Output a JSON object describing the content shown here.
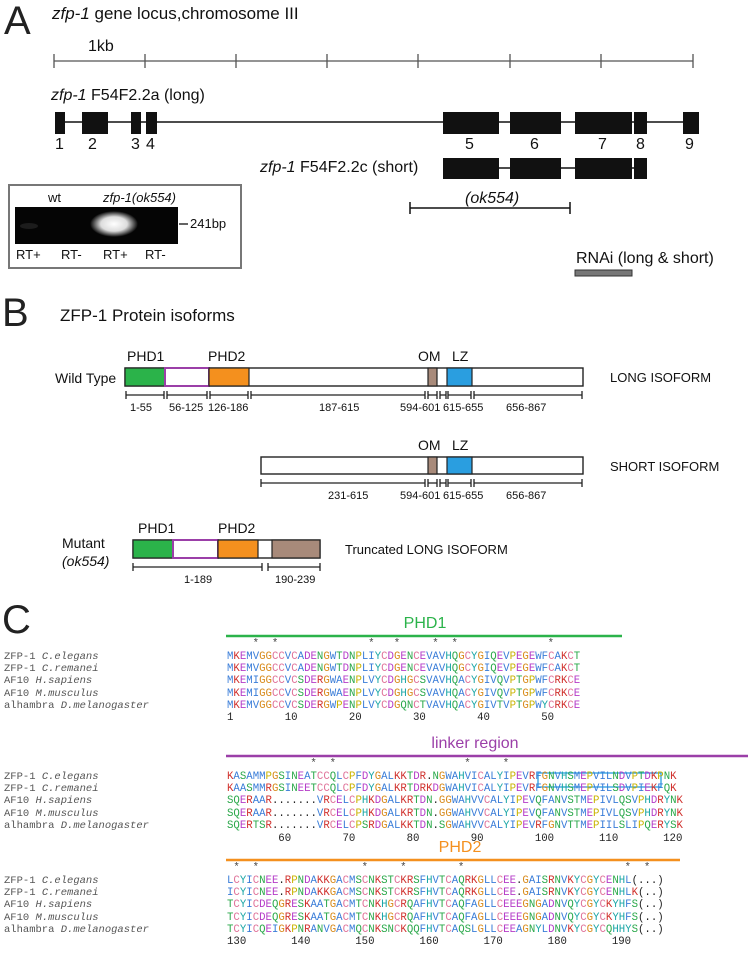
{
  "panelA": {
    "letter": "A",
    "title_gene": "zfp-1",
    "title_rest": " gene locus,chromosome III",
    "scale_label": "1kb",
    "long_label_gene": "zfp-1",
    "long_label_rest": " F54F2.2a (long)",
    "short_label_gene": "zfp-1",
    "short_label_rest": " F54F2.2c (short)",
    "exon_numbers": [
      "1",
      "2",
      "3",
      "4",
      "5",
      "6",
      "7",
      "8",
      "9"
    ],
    "deletion_label": "(ok554)",
    "rnai_label": "RNAi (long & short)",
    "gel": {
      "wt_label": "wt",
      "mut_label": "zfp-1(ok554)",
      "size_label": "241bp",
      "lanes": [
        "RT+",
        "RT-",
        "RT+",
        "RT-"
      ]
    }
  },
  "panelB": {
    "letter": "B",
    "title": "ZFP-1 Protein isoforms",
    "wildtype": {
      "row_label": "Wild Type",
      "isoform": "LONG ISOFORM",
      "domains": [
        "PHD1",
        "PHD2",
        "OM",
        "LZ"
      ],
      "ranges": [
        "1-55",
        "56-125",
        "126-186",
        "187-615",
        "594-601",
        "615-655",
        "656-867"
      ]
    },
    "short": {
      "isoform": "SHORT ISOFORM",
      "domains": [
        "OM",
        "LZ"
      ],
      "ranges": [
        "231-615",
        "594-601",
        "615-655",
        "656-867"
      ]
    },
    "mutant": {
      "row_label": "Mutant",
      "row_sub": "(ok554)",
      "isoform": "Truncated LONG ISOFORM",
      "domains": [
        "PHD1",
        "PHD2"
      ],
      "ranges": [
        "1-189",
        "190-239"
      ]
    },
    "colors": {
      "phd1": "#2bb34a",
      "linker": "#9b3fa8",
      "phd2": "#f4901e",
      "om": "#a88a7a",
      "lz": "#2a9ee0",
      "trunc": "#a88a7a"
    }
  },
  "panelC": {
    "letter": "C",
    "species": [
      {
        "name": "ZFP-1",
        "sp": "C.elegans"
      },
      {
        "name": "ZFP-1",
        "sp": "C.remanei"
      },
      {
        "name": "AF10",
        "sp": "H.sapiens"
      },
      {
        "name": "AF10",
        "sp": "M.musculus"
      },
      {
        "name": "alhambra",
        "sp": "D.melanogaster"
      }
    ],
    "blocks": [
      {
        "title": "PHD1",
        "color": "#2bb34a",
        "stars": "    *  *              *   *     *  *              *   ",
        "rows": [
          "MKEMVGGCCVCADENGWTDNPLIYCDGENCEVAVHQGCYGIQEVPEGEWFCAKCT",
          "MKEMVGGCCVCADENGWTDNPLIYCDGENCEVAVHQGCYGIQEVPEGEWFCAKCT",
          "MKEMIGGCCVCSDERGWAENPLVYCDGHGCSVAVHQACYGIVQVPTGPWFCRKCE",
          "MKEMIGGCCVCSDERGWAENPLVYCDGHGCSVAVHQACYGIVQVPTGPWFCRKCE",
          "MKEMVGGCCVCSDERGWPENPLVYCDGQNCTVAVHQACYGIVTVPTGPWYCRKCE"
        ],
        "numbers": "1        10        20        30        40        50"
      },
      {
        "title": "linker region",
        "color": "#9b3fa8",
        "stars": "             *  *                    *     *              ",
        "rows": [
          "KASAMMPGSINEATCCQLCPFDYGALKKTDR.NGWAHVICALYIPEVRFGNVHSMEPVILNDVPTDKPNK",
          "KAASMMRGSINEETCCQLCPFDYGALKRTDRKDGWAHVICALYIPEVRFGNVHSMEPVILSDVPIEKFQK",
          "SQERAAR.......VRCELCPHKDGALKRTDN.GGWAHVVCALYIPEVQFANVSTMEPIVLQSVPHDRYNK",
          "SQERAAR.......VRCELCPHKDGALKRTDN.GGWAHVVCALYIPEVQFANVSTMEPIVLQSVPHDRYNK",
          "SQERTSR.......VRCELCPSRDGALKKTDN.SGWAHVVCALYIPEVRFGNVTTMEPIILSLIPQERYSK"
        ],
        "numbers": "        60        70        80        90        100       110       120"
      },
      {
        "title": "PHD2",
        "color": "#f4901e",
        "stars": " *  *                *     *        *                         *  *",
        "rows": [
          "LCYICNEE.RPNDAKKGACMSCNKSTCKRSFHVTCAQRKGLLCEE.GAISRNVKYCGYCENHL(...)",
          "ICYICNEE.RPNDAKKGACMSCNKSTCKRSFHVTCAQRKGLLCEE.GAISRNVKYCGYCENHLK(..)",
          "TCYICDEQGRESKAATGACMTCNKHGCRQAFHVTCAQFAGLLCEEEGNGADNVQYCGYCKYHFS(..)",
          "TCYICDEQGRESKAATGACMTCNKHGCRQAFHVTCAQFAGLLCEEEGNGADNVQYCGYCKYHFS(..)",
          "TCYICQEIGKPNRANVGACMQCNKSNCKQQFHVTCAQSLGLLCEEAGNYLDNVKYCGYCQHHYS(..)"
        ],
        "numbers": "130       140       150       160       170       180       190"
      }
    ]
  }
}
